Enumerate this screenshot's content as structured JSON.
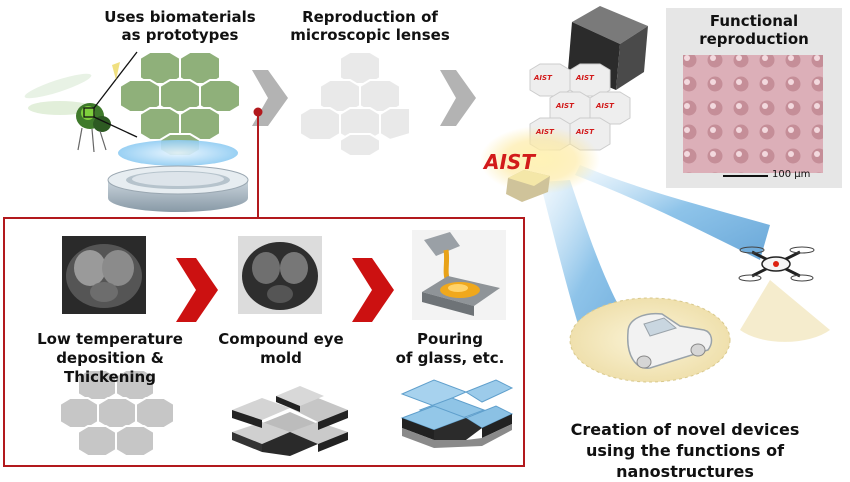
{
  "top_steps": [
    {
      "title_line1": "Uses biomaterials",
      "title_line2": "as prototypes"
    },
    {
      "title_line1": "Reproduction of",
      "title_line2": "microscopic lenses"
    },
    {
      "title_line1": "Functional",
      "title_line2": "reproduction"
    }
  ],
  "scale_bar_label": "100 μm",
  "logo_text": "AIST",
  "process_steps": [
    {
      "line1": "Low temperature",
      "line2": "deposition & Thickening"
    },
    {
      "line1": "Compound eye",
      "line2": "mold"
    },
    {
      "line1": "Pouring",
      "line2": "of glass, etc."
    }
  ],
  "applications_caption": {
    "line1": "Creation of novel devices",
    "line2": "using the functions of nanostructures"
  },
  "colors": {
    "arrow_gray": "#b3b3b3",
    "arrow_red": "#cc1111",
    "panel_border": "#b2191d",
    "lens_green": "#8fb07a",
    "lens_gray": "#e9e9e9",
    "glass_blue": "#8fc4e6",
    "beam_blue": "#5aa8e0",
    "ground_tan": "#f3e9c4"
  },
  "icons": [
    "fly-icon",
    "drone-icon",
    "car-icon",
    "aist-logo",
    "lens-mold-cube"
  ]
}
